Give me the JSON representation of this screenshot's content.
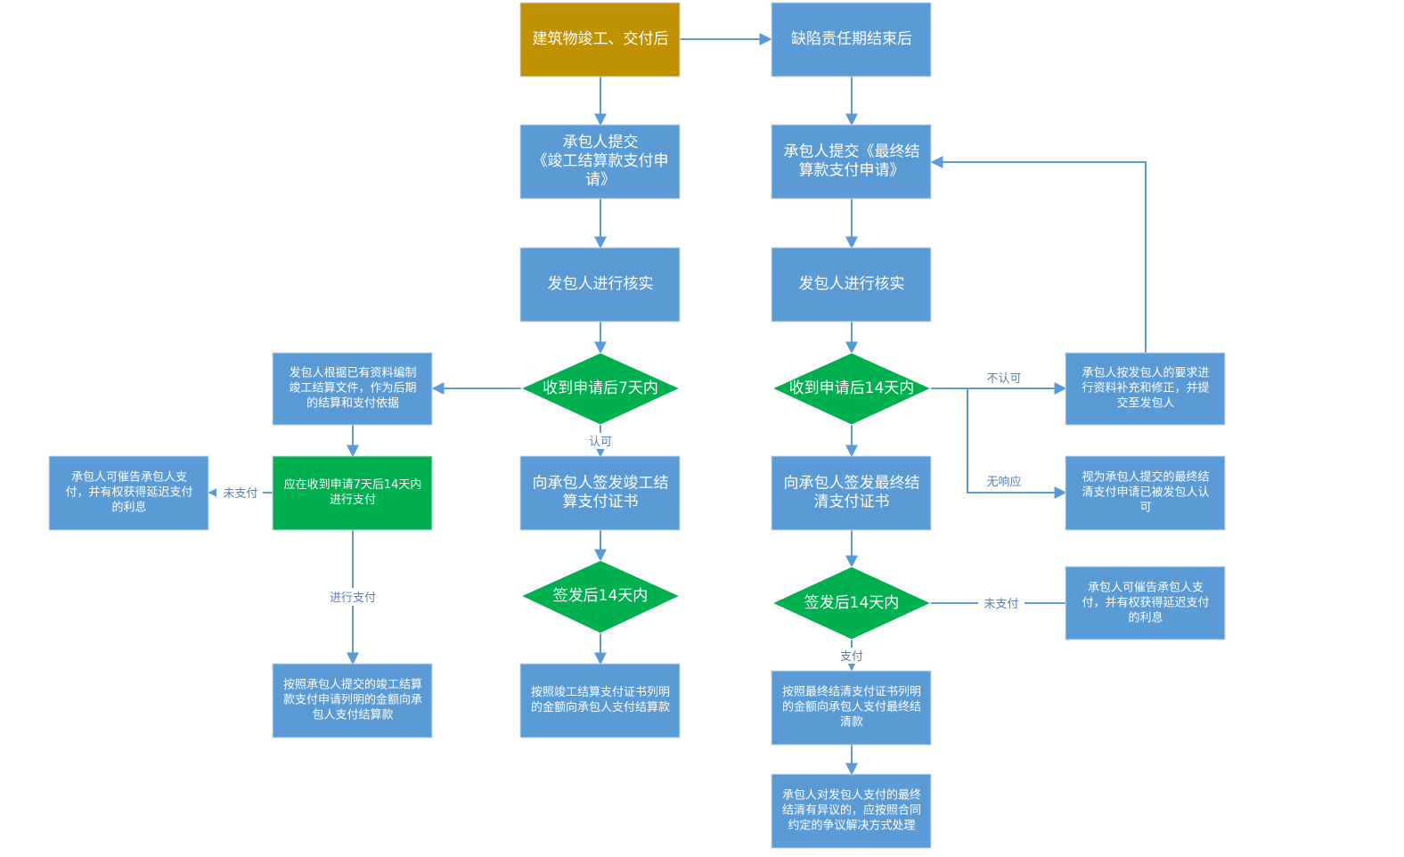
{
  "colors": {
    "box": "#5b9bd5",
    "start": "#bf9000",
    "decision": "#00b050",
    "highlight": "#00b050",
    "connector": "#5b9bd5"
  },
  "nodes": {
    "start": [
      "建筑物竣工、交付后"
    ],
    "defect_end": [
      "缺陷责任期结束后"
    ],
    "submit_comp": [
      "承包人提交",
      "《竣工结算款支付申",
      "请》"
    ],
    "submit_final": [
      "承包人提交《最终结",
      "算款支付申请》"
    ],
    "verify_left": [
      "发包人进行核实"
    ],
    "verify_right": [
      "发包人进行核实"
    ],
    "dec7": [
      "收到申请后7天内"
    ],
    "dec14": [
      "收到申请后14天内"
    ],
    "compile": [
      "发包人根据已有资料编制",
      "竣工结算文件，作为后期",
      "的结算和支付依据"
    ],
    "supplement": [
      "承包人按发包人的要求进",
      "行资料补充和修正，并提",
      "交至发包人"
    ],
    "urge_left": [
      "承包人可催告承包人支",
      "付，并有权获得延迟支付",
      "的利息"
    ],
    "pay_window": [
      "应在收到申请7天后14天内",
      "进行支付"
    ],
    "cert_comp": [
      "向承包人签发竣工结",
      "算支付证书"
    ],
    "cert_final": [
      "向承包人签发最终结",
      "清支付证书"
    ],
    "deemed": [
      "视为承包人提交的最终结",
      "清支付申请已被发包人认",
      "可"
    ],
    "sign14_left": [
      "签发后14天内"
    ],
    "sign14_right": [
      "签发后14天内"
    ],
    "urge_right": [
      "承包人可催告承包人支",
      "付，并有权获得延迟支付",
      "的利息"
    ],
    "pay_left": [
      "按照承包人提交的竣工结算",
      "款支付申请列明的金额向承",
      "包人支付结算款"
    ],
    "pay_mid": [
      "按照竣工结算支付证书列明",
      "的金额向承包人支付结算款"
    ],
    "pay_final": [
      "按照最终结清支付证书列明",
      "的金额向承包人支付最终结",
      "清款"
    ],
    "dispute": [
      "承包人对发包人支付的最终",
      "结清有异议的，应按照合同",
      "约定的争议解决方式处理"
    ]
  },
  "edge_labels": {
    "approve": "认可",
    "not_paid_left": "未支付",
    "make_payment": "进行支付",
    "disapprove": "不认可",
    "no_response": "无响应",
    "not_paid_right": "未支付",
    "paid": "支付"
  }
}
